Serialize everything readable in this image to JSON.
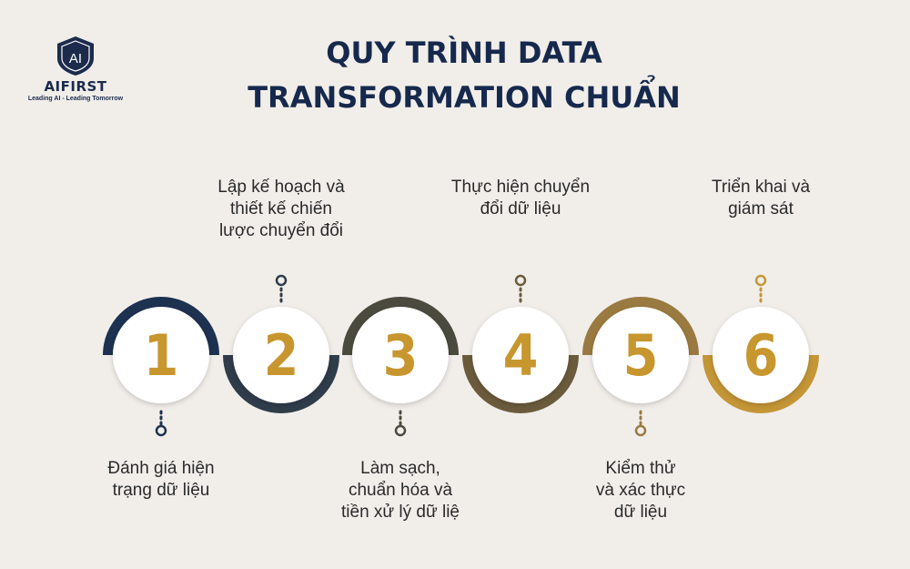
{
  "logo": {
    "icon": "shield-ai-icon",
    "mark_text": "AI",
    "name": "AIFIRST",
    "tagline": "Leading AI - Leading Tomorrow"
  },
  "title": {
    "line1": "QUY TRÌNH DATA",
    "line2": "TRANSFORMATION CHUẨN"
  },
  "colors": {
    "background": "#f1eeea",
    "title": "#16294d",
    "number": "#c8962e"
  },
  "steps": [
    {
      "number": "1",
      "label": "Đánh giá hiện\ntrạng dữ liệu",
      "ring_color": "#1d3150"
    },
    {
      "number": "2",
      "label": "Lập kế hoạch và\nthiết kế chiến\nlược chuyển đổi",
      "ring_color": "#2f3c4a"
    },
    {
      "number": "3",
      "label": "Làm sạch,\nchuẩn hóa và\ntiền xử lý dữ liệ",
      "ring_color": "#4a4a3e"
    },
    {
      "number": "4",
      "label": "Thực hiện chuyển\nđổi dữ liệu",
      "ring_color": "#6b5b3c"
    },
    {
      "number": "5",
      "label": "Kiểm thử\nvà xác thực\ndữ liệu",
      "ring_color": "#9a7a40"
    },
    {
      "number": "6",
      "label": "Triển khai và\ngiám sát",
      "ring_color": "#c49636"
    }
  ]
}
